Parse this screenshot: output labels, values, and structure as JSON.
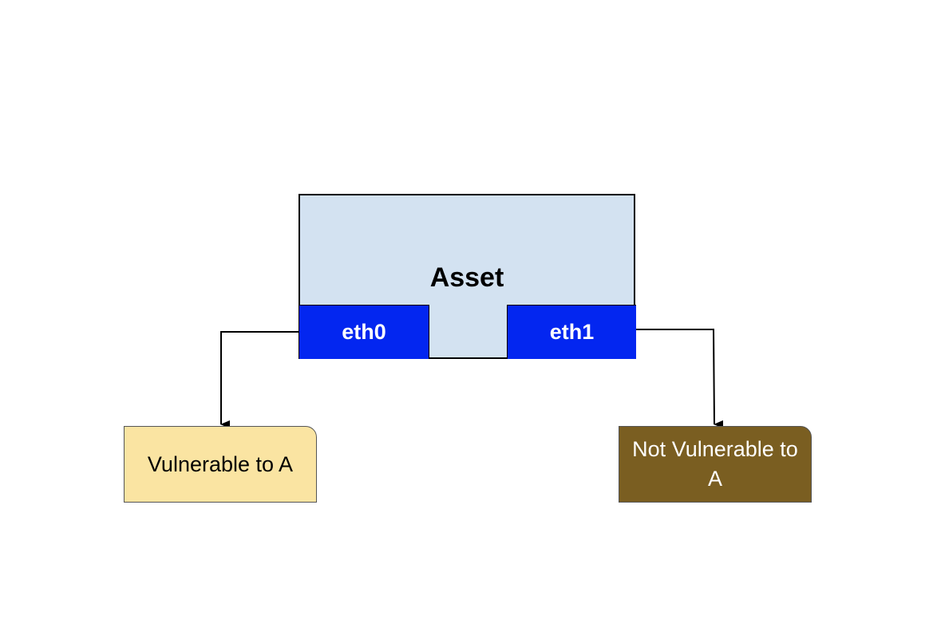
{
  "diagram": {
    "asset": {
      "title": "Asset",
      "interfaces": [
        {
          "label": "eth0"
        },
        {
          "label": "eth1"
        }
      ]
    },
    "outcomes": [
      {
        "label": "Vulnerable to A",
        "color": "#fae4a2"
      },
      {
        "label": "Not Vulnerable to A",
        "color": "#7a5e21"
      }
    ]
  },
  "colors": {
    "asset_fill": "#d3e2f1",
    "interface_fill": "#0326f0",
    "connector": "#000000"
  }
}
